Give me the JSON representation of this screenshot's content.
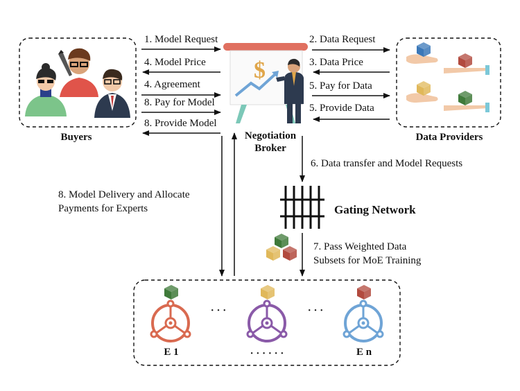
{
  "groups": {
    "buyers": "Buyers",
    "broker_line1": "Negotiation",
    "broker_line2": "Broker",
    "providers": "Data Providers",
    "gating": "Gating Network"
  },
  "left_steps": [
    "1. Model Request",
    "4. Model Price",
    "4. Agreement",
    "8. Pay for Model",
    "8. Provide Model"
  ],
  "right_steps": [
    "2. Data Request",
    "3. Data Price",
    "5. Pay for Data",
    "5. Provide Data"
  ],
  "flow": {
    "step6": "6. Data transfer and Model Requests",
    "step7_line1": "7. Pass Weighted Data",
    "step7_line2": "Subsets for MoE Training",
    "step8_line1": "8.  Model Delivery and Allocate",
    "step8_line2": "Payments for Experts"
  },
  "experts": {
    "first": "E 1",
    "last": "E n",
    "ellipsis": "· · ·",
    "ellipsis_bottom": "· · · · · ·"
  },
  "colors": {
    "cube_green": "#3f7a3a",
    "cube_yellow": "#e0b85a",
    "cube_red": "#b24a3e",
    "cube_blue": "#3b78b8",
    "expert_red": "#d96a50",
    "expert_purple": "#8a5aa8",
    "expert_blue": "#6fa4d6",
    "board_top": "#e07060"
  }
}
